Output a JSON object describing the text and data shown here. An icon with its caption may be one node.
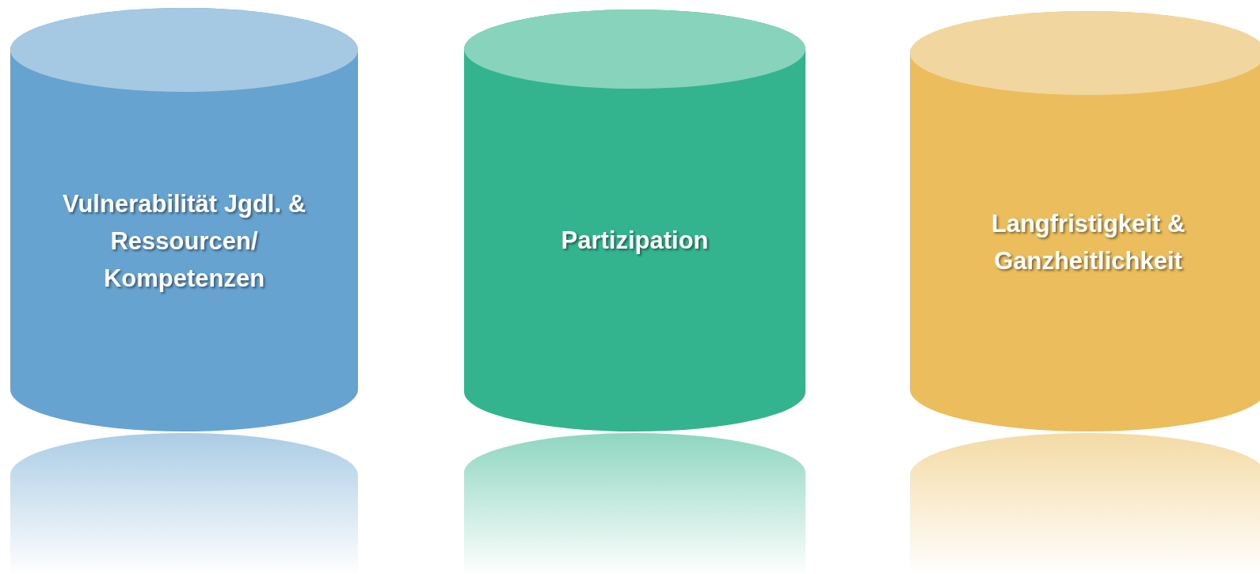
{
  "diagram": {
    "nodes": [
      {
        "text": [
          "Vulnerabilität Jgdl. & Ressourcen/ Kompetenzen"
        ]
      },
      {
        "text": [
          "Partizipation"
        ]
      },
      {
        "text": [
          "Langfristigkeit & Ganzheitlichkeit"
        ]
      }
    ]
  }
}
